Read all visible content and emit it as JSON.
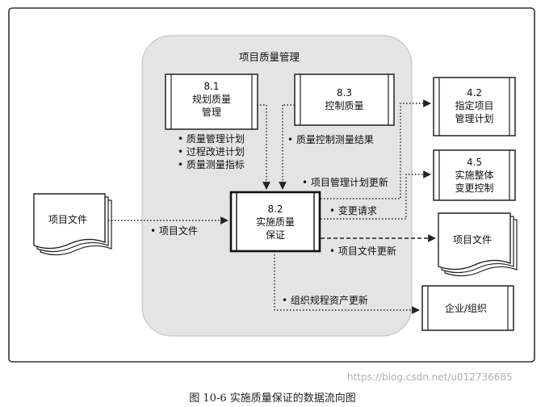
{
  "process_group": {
    "title": "项目质量管理"
  },
  "processes": {
    "plan_quality": {
      "id": "8.1",
      "name_line1": "规划质量",
      "name_line2": "管理"
    },
    "control_quality": {
      "id": "8.3",
      "name": "控制质量"
    },
    "perform_qa": {
      "id": "8.2",
      "name_line1": "实施质量",
      "name_line2": "保证"
    },
    "develop_pm_plan": {
      "id": "4.2",
      "name_line1": "指定项目",
      "name_line2": "管理计划"
    },
    "integrated_change": {
      "id": "4.5",
      "name_line1": "实施整体",
      "name_line2": "变更控制"
    }
  },
  "documents": {
    "project_docs_in": "项目文件",
    "project_docs_out": "项目文件",
    "enterprise": "企业/组织"
  },
  "flows": {
    "plan_outputs": [
      "• 质量管理计划",
      "• 过程改进计划",
      "• 质量测量指标"
    ],
    "control_output": "• 质量控制测量结果",
    "project_docs_input": "• 项目文件",
    "pm_plan_updates": "• 项目管理计划更新",
    "change_requests": "• 变更请求",
    "project_docs_updates": "• 项目文件更新",
    "opa_updates": "• 组织规程资产更新"
  },
  "caption": "图 10-6    实施质量保证的数据流向图",
  "watermark": "https://blog.csdn.net/u012736685"
}
